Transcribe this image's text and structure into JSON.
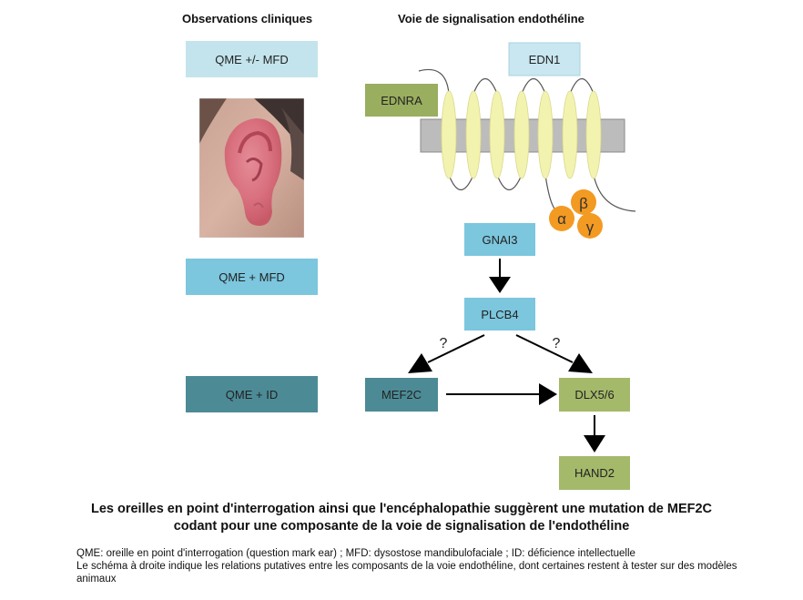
{
  "headings": {
    "left": "Observations cliniques",
    "right": "Voie de signalisation endothéline"
  },
  "clinical_boxes": [
    {
      "label": "QME +/- MFD",
      "color": "#c3e4ec"
    },
    {
      "label": "QME + MFD",
      "color": "#7cc6de"
    },
    {
      "label": "QME + ID",
      "color": "#4c8b96"
    }
  ],
  "pathway": {
    "ligand": "EDN1",
    "receptor": "EDNRA",
    "gprotein_subunits": [
      "α",
      "β",
      "γ"
    ],
    "nodes": {
      "gnai3": "GNAI3",
      "plcb4": "PLCB4",
      "mef2c": "MEF2C",
      "dlx": "DLX5/6",
      "hand2": "HAND2"
    },
    "uncertain_marks": [
      "?",
      "?"
    ],
    "colors": {
      "ligand_box": "#c8e7f0",
      "receptor_box": "#99ae5e",
      "membrane": "#bcbcbc",
      "helix": "#f3f3b0",
      "gprotein": "#f39a22",
      "gnai3_box": "#7cc6de",
      "plcb4_box": "#7cc6de",
      "mef2c_box": "#4c8b96",
      "green_box": "#a4b96a"
    }
  },
  "image_alt": "ear photo",
  "caption": {
    "title_line1": "Les oreilles en point d'interrogation ainsi que l'encéphalopathie suggèrent une mutation de MEF2C",
    "title_line2": "codant pour une composante de la voie de signalisation de l'endothéline",
    "abbreviations": "QME: oreille en point d'interrogation (question mark ear) ; MFD: dysostose mandibulofaciale ; ID: déficience intellectuelle",
    "note": "Le schéma à droite indique les relations putatives entre les composants de la voie endothéline, dont certaines restent à tester sur des modèles animaux"
  }
}
